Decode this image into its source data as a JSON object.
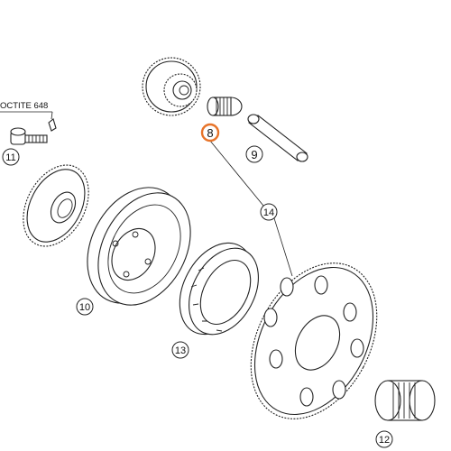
{
  "label_text": "OCTITE 648",
  "callouts": [
    {
      "id": "callout-8",
      "text": "8",
      "highlighted": true
    },
    {
      "id": "callout-9",
      "text": "9",
      "highlighted": false
    },
    {
      "id": "callout-10",
      "text": "10",
      "highlighted": false
    },
    {
      "id": "callout-11",
      "text": "11",
      "highlighted": false
    },
    {
      "id": "callout-12",
      "text": "12",
      "highlighted": false
    },
    {
      "id": "callout-13",
      "text": "13",
      "highlighted": false
    },
    {
      "id": "callout-14",
      "text": "14",
      "highlighted": false
    }
  ],
  "colors": {
    "highlight": "#e8742a",
    "line": "#222222"
  }
}
